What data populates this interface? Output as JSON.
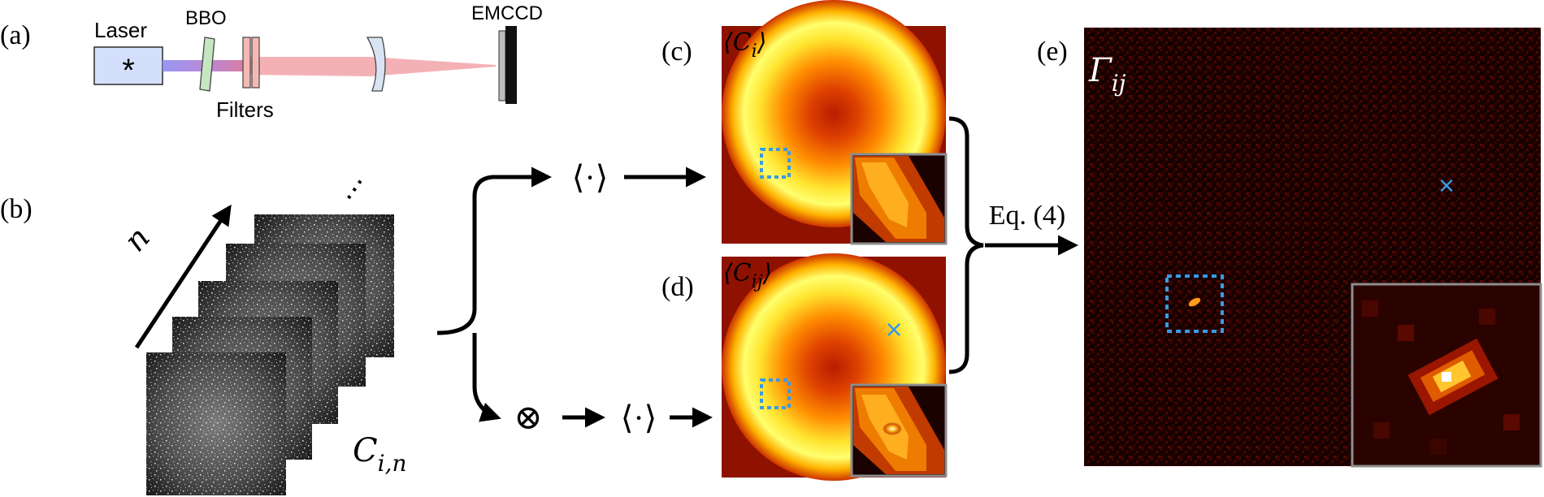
{
  "panel_labels": {
    "a": "(a)",
    "b": "(b)",
    "c": "(c)",
    "d": "(d)",
    "e": "(e)"
  },
  "setup": {
    "laser": "Laser",
    "laser_symbol": "*",
    "bbo": "BBO",
    "filters": "Filters",
    "emccd": "EMCCD"
  },
  "frames": {
    "axis_label": "n",
    "ellipsis": "⋯",
    "frame_label_main": "C",
    "frame_label_sub": "i,n"
  },
  "flow": {
    "average_op": "⟨·⟩",
    "tensor_op": "⊗",
    "average_op_2": "⟨·⟩",
    "equation": "Eq. (4)"
  },
  "panels": {
    "c_label_main": "⟨C",
    "c_label_sub": "i",
    "c_label_close": "⟩",
    "d_label_main": "⟨C",
    "d_label_sub": "ij",
    "d_label_close": "⟩",
    "e_label_main": "Γ",
    "e_label_sub": "ij",
    "marker_symbol": "×"
  },
  "colors": {
    "roi_blue": "#3a9ae6",
    "colormap": [
      "#0a0000",
      "#5a0900",
      "#b52300",
      "#ef6a00",
      "#ffb400",
      "#ffff7a"
    ],
    "beam_blue": "#8d8cf2",
    "beam_red": "#f2a3a8"
  }
}
